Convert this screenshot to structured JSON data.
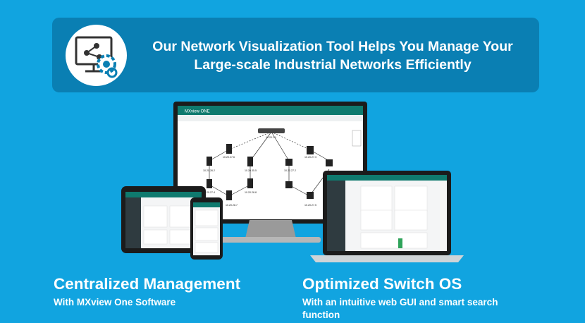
{
  "banner": {
    "title_line1": "Our Network Visualization Tool Helps You Manage Your",
    "title_line2": "Large-scale Industrial Networks Efficiently",
    "icon": "network-management-icon"
  },
  "monitor": {
    "app_name": "MXview ONE",
    "topology_nodes": [
      "10.20.1.1",
      "10.20.27.6",
      "10.20.27.3",
      "10.20.26.2",
      "10.20.35.5",
      "10.20.27.2",
      "10.20.27.4",
      "10.20.28.8",
      "10.20.28.7",
      "10.20.27.5"
    ]
  },
  "features": [
    {
      "title": "Centralized Management",
      "subtitle": "With MXview One Software"
    },
    {
      "title": "Optimized Switch OS",
      "subtitle": "With an intuitive web GUI and smart search function"
    }
  ],
  "colors": {
    "background": "#11a4e0",
    "banner": "#0a7fb3",
    "app_header": "#0f7a6e"
  }
}
